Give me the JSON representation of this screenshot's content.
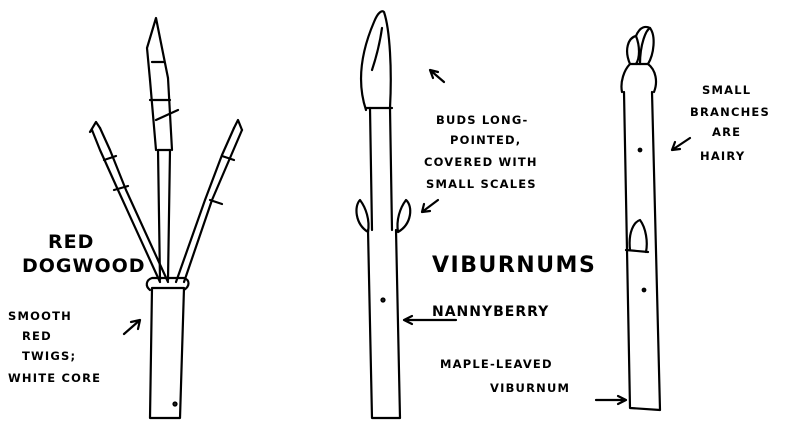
{
  "labels": {
    "red_dogwood": [
      "RED",
      "DOGWOOD"
    ],
    "smooth_twigs": [
      "SMOOTH",
      "RED",
      "TWIGS;",
      "WHITE CORE"
    ],
    "buds": [
      "BUDS LONG-",
      "POINTED,",
      "COVERED WITH",
      "SMALL SCALES"
    ],
    "viburnums": "VIBURNUMS",
    "nannyberry": "NANNYBERRY",
    "maple_leaved": [
      "MAPLE-LEAVED",
      "VIBURNUM"
    ],
    "hairy": [
      "SMALL",
      "BRANCHES",
      "ARE",
      "HAIRY"
    ]
  },
  "colors": {
    "ink": "#000000",
    "paper": "#ffffff"
  }
}
